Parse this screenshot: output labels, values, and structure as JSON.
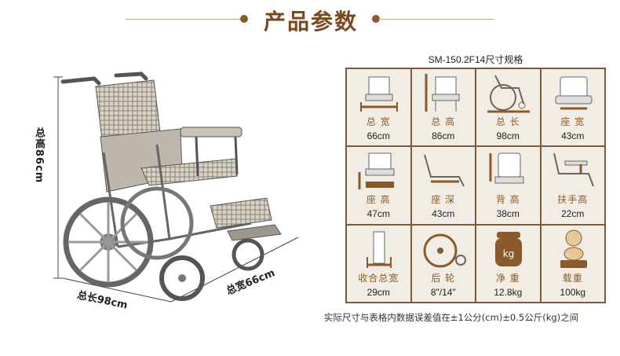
{
  "header": {
    "title": "产品参数"
  },
  "dimensions": {
    "height": "总高86cm",
    "length": "总长98cm",
    "width": "总宽66cm"
  },
  "spec": {
    "title": "SM-150.2F14尺寸规格",
    "items": [
      {
        "label": "总 宽",
        "value": "66cm",
        "icon": "wheelchair-front-icon"
      },
      {
        "label": "总 高",
        "value": "86cm",
        "icon": "wheelchair-front-icon"
      },
      {
        "label": "总 长",
        "value": "98cm",
        "icon": "wheelchair-side-icon"
      },
      {
        "label": "座 宽",
        "value": "43cm",
        "icon": "seat-front-icon"
      },
      {
        "label": "座 高",
        "value": "47cm",
        "icon": "seat-height-icon"
      },
      {
        "label": "座 深",
        "value": "43cm",
        "icon": "seat-depth-icon"
      },
      {
        "label": "背 高",
        "value": "38cm",
        "icon": "backrest-icon"
      },
      {
        "label": "扶手高",
        "value": "22cm",
        "icon": "armrest-icon"
      },
      {
        "label": "收合总宽",
        "value": "29cm",
        "icon": "folded-width-icon"
      },
      {
        "label": "后  轮",
        "value": "8\"/14\"",
        "icon": "wheel-icon"
      },
      {
        "label": "净 重",
        "value": "12.8kg",
        "icon": "weight-jar-icon"
      },
      {
        "label": "载重",
        "value": "100kg",
        "icon": "person-load-icon"
      }
    ]
  },
  "footnote": "实际尺寸与表格内数据误差值在±1公分(cm)±0.5公斤(kg)之间"
}
